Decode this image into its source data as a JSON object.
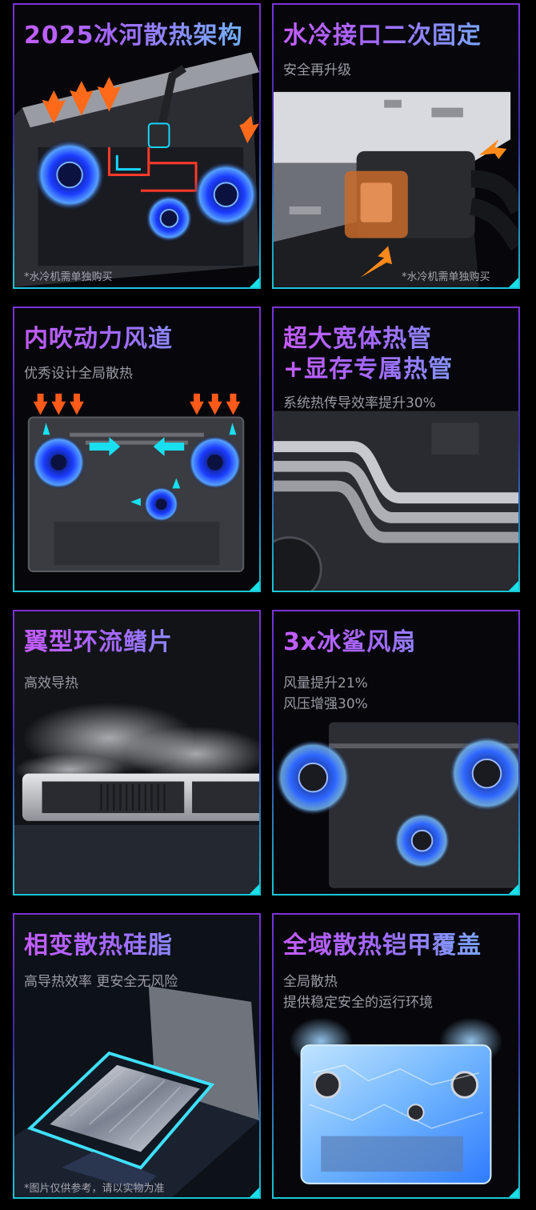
{
  "cards": [
    {
      "title": "2025冰河散热架构",
      "note": "*水冷机需单独购买"
    },
    {
      "title": "水冷接口二次固定",
      "subtitle": "安全再升级",
      "note": "*水冷机需单独购买"
    },
    {
      "title": "内吹动力风道",
      "subtitle": "优秀设计全局散热"
    },
    {
      "title_line1": "超大宽体热管",
      "title_line2": "+显存专属热管",
      "subtitle": "系统热传导效率提升30%"
    },
    {
      "title": "翼型环流鳍片",
      "subtitle": "高效导热"
    },
    {
      "title": "3x冰鲨风扇",
      "subtitle_line1": "风量提升21%",
      "subtitle_line2": "风压增强30%"
    },
    {
      "title": "相变散热硅脂",
      "subtitle": "高导热效率 更安全无风险",
      "note": "*图片仅供参考，请以实物为准"
    },
    {
      "title": "全域散热铠甲覆盖",
      "subtitle_line1": "全局散热",
      "subtitle_line2": "提供稳定安全的运行环境"
    }
  ],
  "colors": {
    "title_gradient_start": "#c45cff",
    "title_gradient_end": "#6fb6ff",
    "accent_cyan": "#1ae0e8",
    "arrow_orange": "#ff6a1a",
    "fan_blue": "#2f6bff"
  }
}
